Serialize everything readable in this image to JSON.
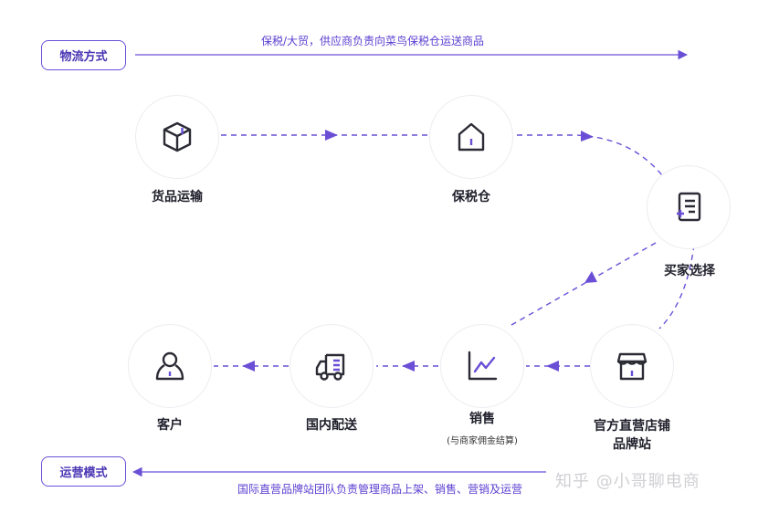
{
  "top": {
    "tag": "物流方式",
    "caption": "保税/大贸，供应商负责向菜鸟保税仓运送商品"
  },
  "bottom": {
    "tag": "运营模式",
    "caption": "国际直营品牌站团队负责管理商品上架、销售、营销及运营"
  },
  "nodes": {
    "goods": {
      "label": "货品运输",
      "icon": "box-icon"
    },
    "bonded": {
      "label": "保税仓",
      "icon": "warehouse-icon"
    },
    "buyer": {
      "label": "买家选择",
      "icon": "list-add-icon"
    },
    "store": {
      "label_line1": "官方直营店铺",
      "label_line2": "品牌站",
      "icon": "storefront-icon"
    },
    "sales": {
      "label": "销售",
      "sub": "(与商家佣金结算)",
      "icon": "line-chart-icon"
    },
    "delivery": {
      "label": "国内配送",
      "icon": "truck-icon"
    },
    "customer": {
      "label": "客户",
      "icon": "user-icon"
    }
  },
  "watermark": "知乎 @小哥聊电商",
  "colors": {
    "accent": "#6a4fd6",
    "icon": "#2b2b35",
    "text": "#1f1f2b"
  }
}
